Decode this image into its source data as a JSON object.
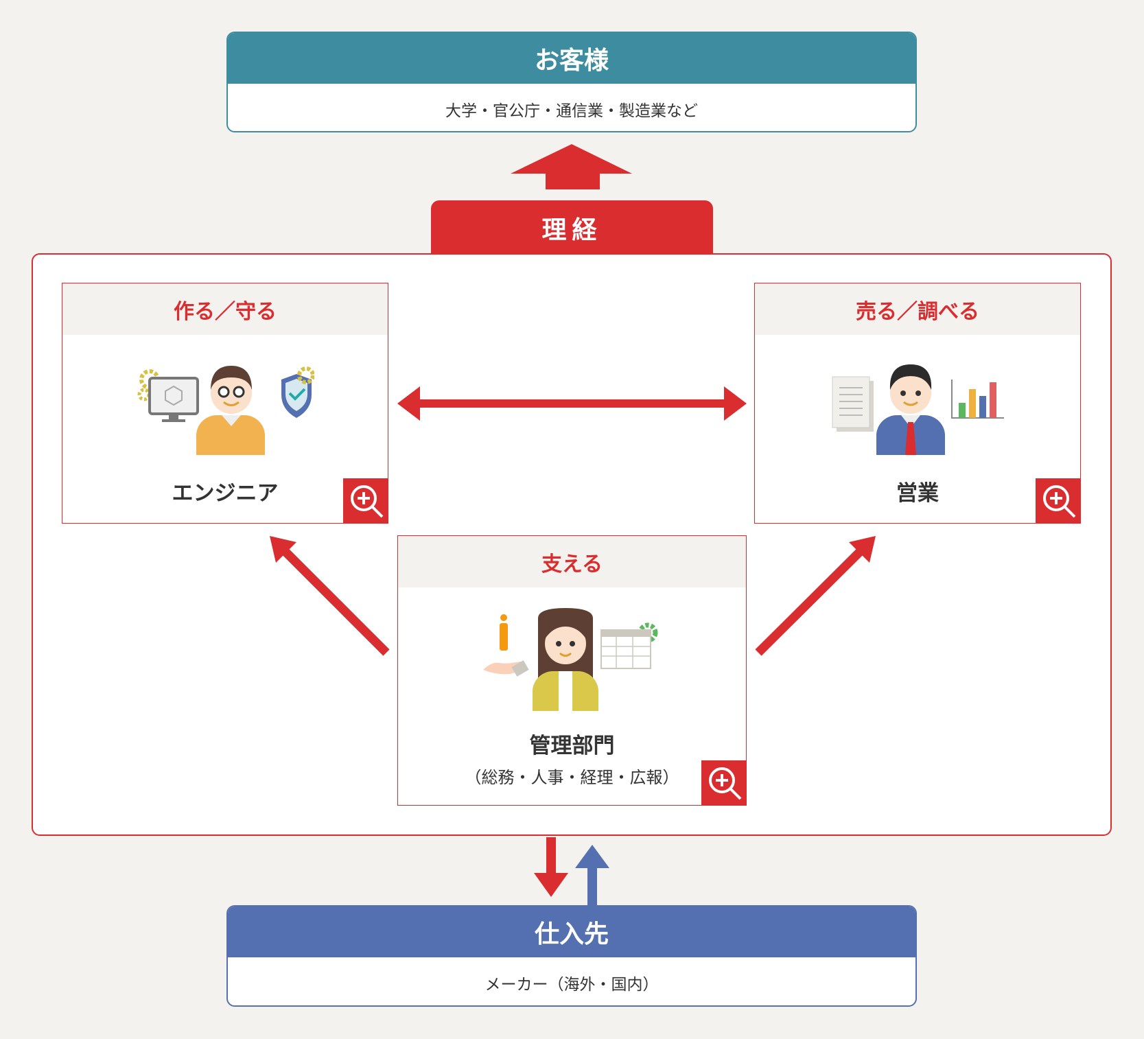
{
  "customer": {
    "title": "お客様",
    "desc": "大学・官公庁・通信業・製造業など",
    "color": "#3d8ca0"
  },
  "company": {
    "title": "理経",
    "color": "#d92d2f"
  },
  "departments": [
    {
      "heading": "作る／守る",
      "name": "エンジニア",
      "icon": "engineer-illustration",
      "zoom_icon": "zoom-in-icon"
    },
    {
      "heading": "売る／調べる",
      "name": "営業",
      "icon": "sales-illustration",
      "zoom_icon": "zoom-in-icon"
    },
    {
      "heading": "支える",
      "name": "管理部門",
      "sub": "（総務・人事・経理・広報）",
      "icon": "admin-illustration",
      "zoom_icon": "zoom-in-icon"
    }
  ],
  "supplier": {
    "title": "仕入先",
    "desc": "メーカー（海外・国内）",
    "color": "#5470b0"
  }
}
